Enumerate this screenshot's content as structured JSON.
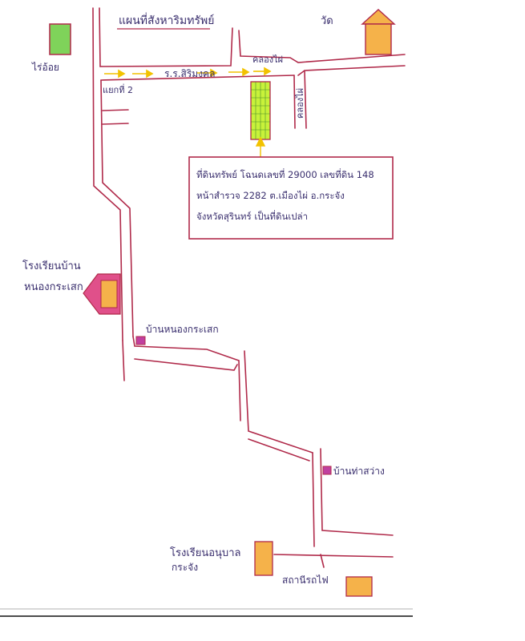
{
  "title": "แผนที่สังหาริมทรัพย์",
  "labels": {
    "rai_oi": "ไร่อ้อย",
    "wat": "วัด",
    "khlong_top": "คลองไผ่",
    "khlong_side": "คลองไผ่",
    "road": "ร.ร.สิริมงคล",
    "intersection": "แยกที่ 2",
    "school1_line1": "โรงเรียนบ้าน",
    "school1_line2": "หนองกระเสก",
    "village1": "บ้านหนองกระเสก",
    "village2": "บ้านท่าสว่าง",
    "school2_line1": "โรงเรียนอนุบาล",
    "school2_line2": "กระจัง",
    "station": "สถานีรถไฟ"
  },
  "note": {
    "line1": "ที่ดินทรัพย์ โฉนดเลขที่ 29000 เลขที่ดิน 148",
    "line2": "หน้าสำรวจ 2282 ต.เมืองไผ่ อ.กระจัง",
    "line3": "จังหวัดสุรินทร์ เป็นที่ดินเปล่า"
  },
  "colors": {
    "road": "#b02a4a",
    "pen": "#3a2f6e",
    "parcel": "#c8f23a",
    "orange": "#f5b24a",
    "green": "#7fd35a",
    "pink": "#e0508a",
    "arrow": "#f2c200"
  }
}
